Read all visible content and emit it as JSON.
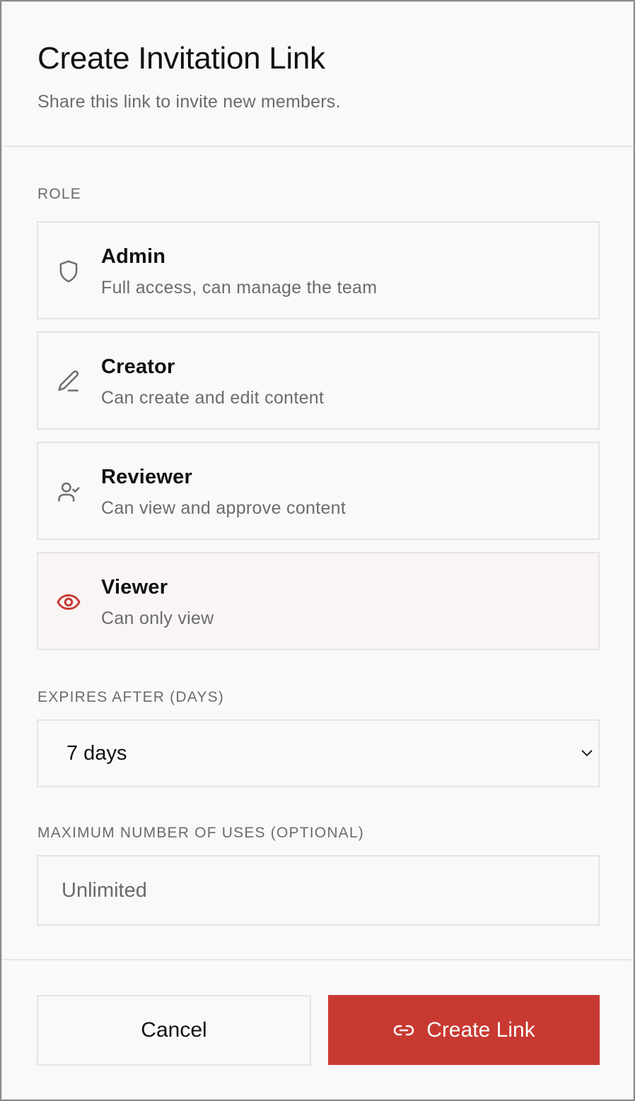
{
  "dialog": {
    "title": "Create Invitation Link",
    "subtitle": "Share this link to invite new members."
  },
  "role": {
    "label": "ROLE",
    "selected": "Viewer",
    "options": [
      {
        "name": "Admin",
        "description": "Full access, can manage the team",
        "icon": "shield-icon",
        "selected": false
      },
      {
        "name": "Creator",
        "description": "Can create and edit content",
        "icon": "pencil-icon",
        "selected": false
      },
      {
        "name": "Reviewer",
        "description": "Can view and approve content",
        "icon": "user-check-icon",
        "selected": false
      },
      {
        "name": "Viewer",
        "description": "Can only view",
        "icon": "eye-icon",
        "selected": true
      }
    ]
  },
  "expires": {
    "label": "EXPIRES AFTER (DAYS)",
    "value": "7 days"
  },
  "max_uses": {
    "label": "MAXIMUM NUMBER OF USES (OPTIONAL)",
    "value": "",
    "placeholder": "Unlimited"
  },
  "actions": {
    "cancel_label": "Cancel",
    "create_label": "Create Link"
  },
  "colors": {
    "accent": "#c83932",
    "selected_bg": "#f9f5f4",
    "border": "#e4e4e4",
    "muted_text": "#6b6b6b",
    "icon_gray": "#6f6f6f"
  }
}
